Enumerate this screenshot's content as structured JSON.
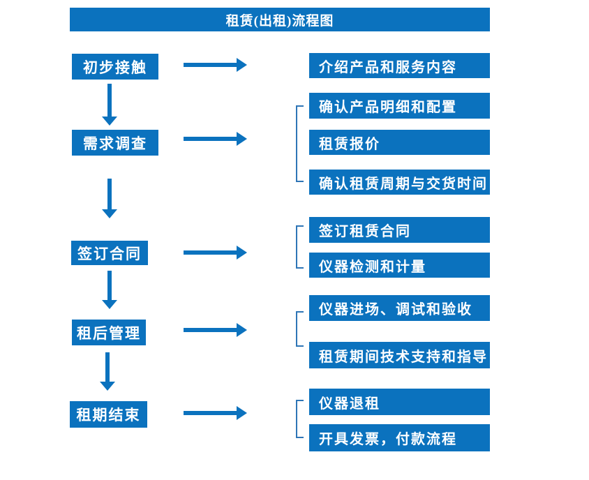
{
  "title": "租赁(出租)流程图",
  "colors": {
    "primary": "#0B72BE",
    "bracket": "#2E75B6",
    "text_on_primary": "#FFFFFF",
    "background": "#FFFFFF"
  },
  "flow": {
    "steps": [
      {
        "label": "初步接触",
        "details": [
          "介绍产品和服务内容"
        ]
      },
      {
        "label": "需求调查",
        "details": [
          "确认产品明细和配置",
          "租赁报价",
          "确认租赁周期与交货时间"
        ]
      },
      {
        "label": "签订合同",
        "details": [
          "签订租赁合同",
          "仪器检测和计量"
        ]
      },
      {
        "label": "租后管理",
        "details": [
          "仪器进场、调试和验收",
          "租赁期间技术支持和指导"
        ]
      },
      {
        "label": "租期结束",
        "details": [
          "仪器退租",
          "开具发票，付款流程"
        ]
      }
    ]
  }
}
